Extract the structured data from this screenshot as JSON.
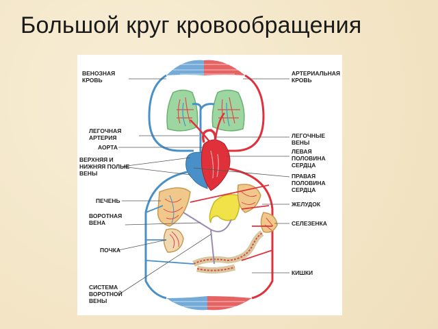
{
  "title": "Большой круг кровообращения",
  "labels": {
    "venous_blood": "ВЕНОЗНАЯ\nКРОВЬ",
    "arterial_blood": "АРТЕРИАЛЬНАЯ\nКРОВЬ",
    "pulmonary_artery": "ЛЕГОЧНАЯ\nАРТЕРИЯ",
    "aorta": "АОРТА",
    "vena_cava": "ВЕРХНЯЯ И\nНИЖНЯЯ ПОЛЫЕ\nВЕНЫ",
    "liver": "ПЕЧЕНЬ",
    "portal_vein": "ВОРОТНАЯ\nВЕНА",
    "kidney": "ПОЧКА",
    "portal_system": "СИСТЕМА\nВОРОТНОЙ\nВЕНЫ",
    "pulmonary_veins": "ЛЕГОЧНЫЕ\nВЕНЫ",
    "left_heart": "ЛЕВАЯ\nПОЛОВИНА\nСЕРДЦА",
    "right_heart": "ПРАВАЯ\nПОЛОВИНА\nСЕРДЦА",
    "stomach": "ЖЕЛУДОК",
    "spleen": "СЕЛЕЗЕНКА",
    "intestines": "КИШКИ"
  },
  "colors": {
    "venous": "#4a90c8",
    "arterial": "#e0303a",
    "lung": "#9ed6a2",
    "liver": "#f0c88c",
    "stomach": "#f2e24a"
  }
}
